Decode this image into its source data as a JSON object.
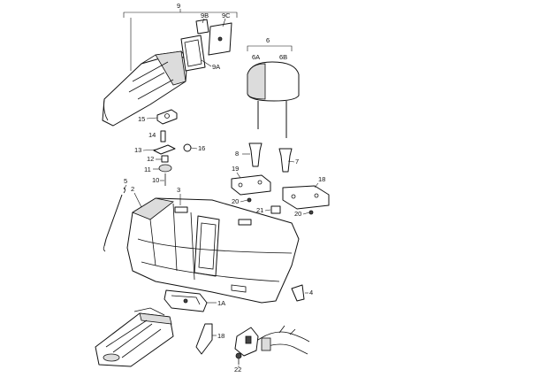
{
  "callouts": {
    "c9": "9",
    "c9b": "9B",
    "c9c": "9C",
    "c9a": "9A",
    "c6": "6",
    "c6a": "6A",
    "c6b": "6B",
    "c15": "15",
    "c14": "14",
    "c13": "13",
    "c16": "16",
    "c12": "12",
    "c11": "11",
    "c10": "10",
    "c8": "8",
    "c7": "7",
    "c19": "19",
    "c18": "18",
    "c20a": "20",
    "c21": "21",
    "c20b": "20",
    "c5": "5",
    "c2": "2",
    "c3": "3",
    "c4": "4",
    "c1a": "1A",
    "c18b": "18",
    "c22": "22"
  }
}
